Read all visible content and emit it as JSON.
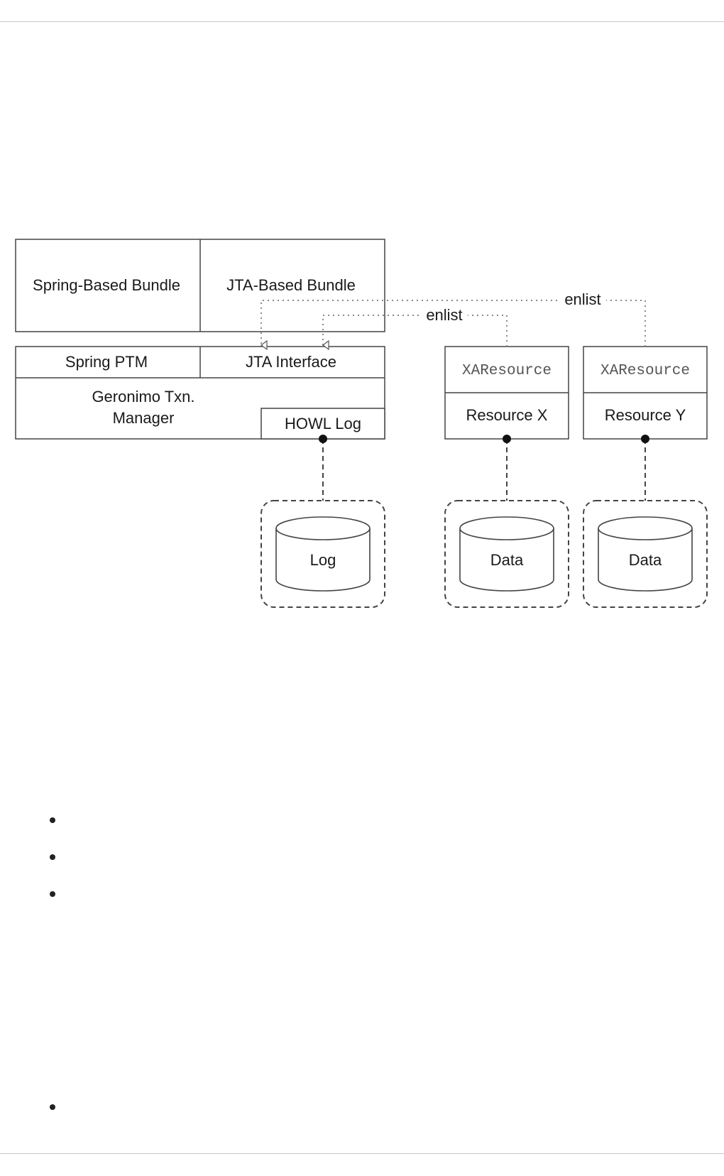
{
  "diagram": {
    "spring_bundle": "Spring-Based Bundle",
    "jta_bundle": "JTA-Based Bundle",
    "spring_ptm": "Spring PTM",
    "jta_interface": "JTA Interface",
    "txn_manager_line1": "Geronimo Txn.",
    "txn_manager_line2": "Manager",
    "howl_log": "HOWL Log",
    "xaresource_x": "XAResource",
    "xaresource_y": "XAResource",
    "resource_x": "Resource X",
    "resource_y": "Resource Y",
    "enlist_outer": "enlist",
    "enlist_inner": "enlist",
    "log_db": "Log",
    "data_db_x": "Data",
    "data_db_y": "Data"
  },
  "lists": {
    "first_list_bullets": 3,
    "second_list_bullets": 1
  }
}
